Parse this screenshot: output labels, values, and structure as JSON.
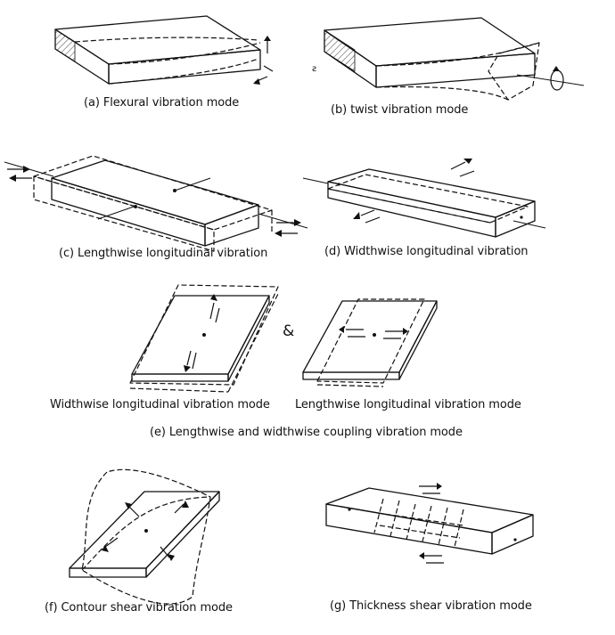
{
  "captions": {
    "a": "(a) Flexural vibration mode",
    "b": "(b) twist vibration mode",
    "c": "(c) Lengthwise longitudinal vibration",
    "d": "(d) Widthwise longitudinal vibration",
    "e_left": "Widthwise longitudinal vibration mode",
    "e_right": "Lengthwise longitudinal vibration mode",
    "e": "(e) Lengthwise and widthwise coupling vibration mode",
    "f": "(f) Contour shear vibration mode",
    "g": "(g) Thickness shear vibration mode"
  },
  "ampersand": "&",
  "icons": {
    "arrow": "arrow-icon",
    "rotation": "rotation-arrow-icon"
  }
}
